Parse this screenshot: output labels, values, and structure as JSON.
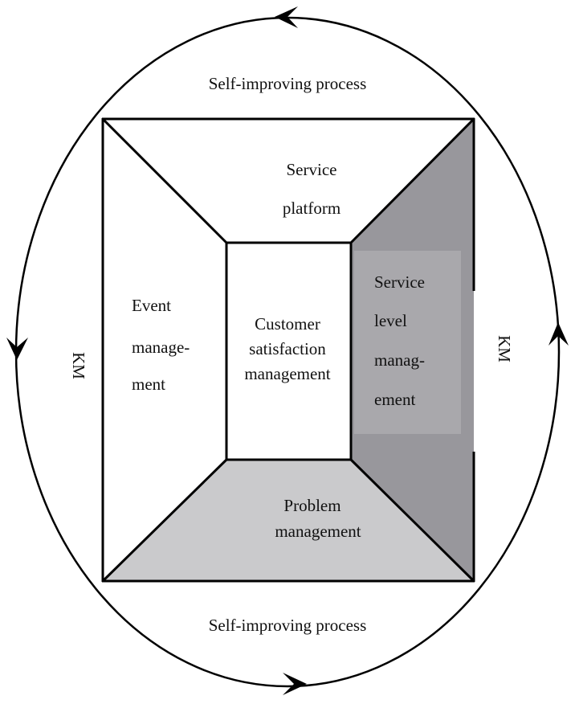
{
  "diagram": {
    "title_top": "Self-improving process",
    "title_bottom": "Self-improving process",
    "km_left": "KM",
    "km_right": "KM",
    "sections": {
      "service_platform": {
        "lines": [
          "Service",
          "platform"
        ]
      },
      "event_management": {
        "lines": [
          "Event",
          "manage-",
          "ment"
        ]
      },
      "customer_satisfaction": {
        "lines": [
          "Customer",
          "satisfaction",
          "management"
        ]
      },
      "service_level": {
        "lines": [
          "Service",
          "level",
          "manag-",
          "ement"
        ]
      },
      "problem_management": {
        "lines": [
          "Problem",
          "management"
        ]
      }
    },
    "cycle_direction": "counter-clockwise",
    "colors": {
      "service_level_panel": "#98979c",
      "service_level_inner": "#a9a8ac",
      "problem_panel": "#cacacc",
      "lines": "#000000",
      "text": "#111111"
    }
  }
}
